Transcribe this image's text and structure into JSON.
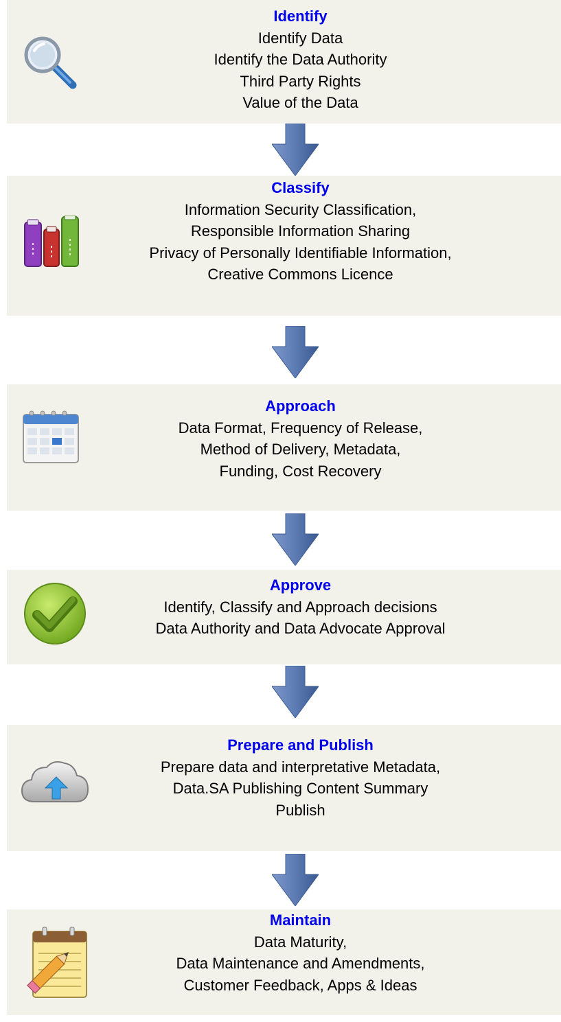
{
  "accent_color": "#0000ee",
  "panel_color": "#f2f1ea",
  "arrow_icon": "down-arrow-icon",
  "steps": [
    {
      "title": "Identify",
      "icon": "magnifier-icon",
      "lines": [
        "Identify Data",
        "Identify the Data Authority",
        "Third Party Rights",
        "Value of the Data"
      ]
    },
    {
      "title": "Classify",
      "icon": "books-icon",
      "lines": [
        "Information Security Classification,",
        "Responsible Information Sharing",
        "Privacy of Personally Identifiable Information,",
        "Creative Commons Licence"
      ]
    },
    {
      "title": "Approach",
      "icon": "calendar-icon",
      "lines": [
        "Data Format, Frequency of Release,",
        "Method of Delivery, Metadata,",
        "Funding, Cost Recovery"
      ]
    },
    {
      "title": "Approve",
      "icon": "checkmark-icon",
      "lines": [
        "Identify, Classify and Approach decisions",
        "Data Authority and Data Advocate Approval"
      ]
    },
    {
      "title": "Prepare and Publish",
      "icon": "cloud-upload-icon",
      "lines": [
        "Prepare data and interpretative Metadata,",
        "Data.SA Publishing Content Summary",
        "Publish"
      ]
    },
    {
      "title": "Maintain",
      "icon": "notepad-pencil-icon",
      "lines": [
        "Data Maturity,",
        "Data Maintenance and Amendments,",
        "Customer Feedback, Apps & Ideas"
      ]
    }
  ]
}
